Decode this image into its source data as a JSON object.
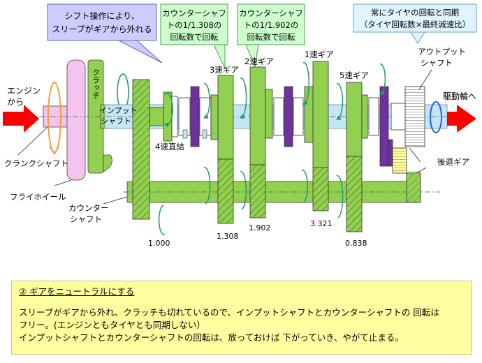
{
  "callouts": {
    "sleeve": [
      "シフト操作により、",
      "スリーブがギアから外れる"
    ],
    "counter_1308": [
      "カウンターシャフ",
      "トの1/1.308の",
      "回転数で回転"
    ],
    "counter_1902": [
      "カウンターシャフ",
      "トの1/1.902の",
      "回転数で回転"
    ],
    "output_sync": [
      "常にタイヤの回転と同期",
      "（タイヤ回転数×最終減速比）"
    ]
  },
  "labels": {
    "engine": [
      "エンジン",
      "から"
    ],
    "crankshaft": "クランクシャフト",
    "flywheel": "フライホイール",
    "clutch": "クラッチ",
    "input_shaft": [
      "インプット",
      "シャフト"
    ],
    "countershaft": [
      "カウンター",
      "シャフト"
    ],
    "fourth_direct": "4速直結",
    "gear3": "3速ギア",
    "gear2": "2速ギア",
    "gear1": "1速ギア",
    "gear5": "5速ギア",
    "output_shaft": [
      "アウトプット",
      "シャフト"
    ],
    "drive_wheel": "駆動輪へ",
    "reverse_gear": "後退ギア"
  },
  "ratios": [
    "1.000",
    "1.308",
    "1.902",
    "3.321",
    "0.838"
  ],
  "panel": {
    "title": "② ギアをニュートラルにする",
    "lines": [
      "スリーブがギアから外れ、クラッチも切れているので、インプットシャフトとカウンターシャフトの 回転は",
      "フリー。(エンジンともタイヤとも同期しない）",
      "インプットシャフトとカウンターシャフトの回転は、放っておけば 下がっていき、やがて止まる。"
    ]
  },
  "colors": {
    "gear_green": "#92d050",
    "shaft_blue": "#c5e6f6",
    "sleeve_purple": "#7030a0",
    "flywheel_pink": "#f5c3f0",
    "arrow_red": "#ff0000",
    "rotation_orange": "#f0a040",
    "rotation_blue": "#2060e0",
    "rotation_green": "#1aa060",
    "callout_purple": "#ccccff",
    "callout_green": "#ccffcc",
    "callout_blue": "#e0f4ff",
    "panel_yellow": "#ffffa0"
  }
}
